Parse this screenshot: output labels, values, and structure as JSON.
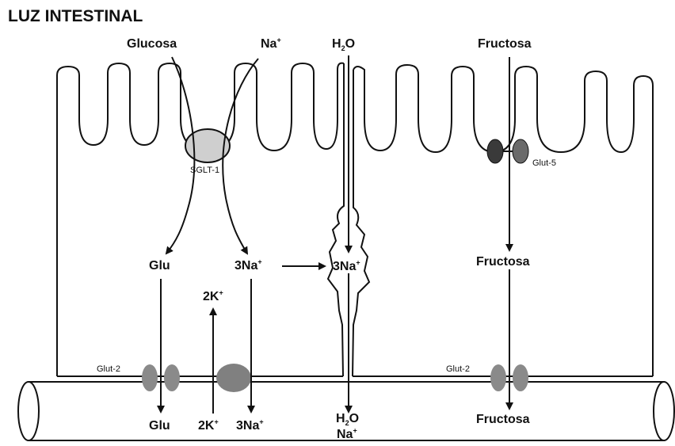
{
  "title": "LUZ INTESTINAL",
  "lumen": {
    "glucosa": "Glucosa",
    "na_base": "Na",
    "na_sup": "+",
    "h2o_h": "H",
    "h2o_sub": "2",
    "h2o_o": "O",
    "fructosa": "Fructosa"
  },
  "transporters": {
    "sglt1": "SGLT-1",
    "glut5": "Glut-5",
    "glut2_left": "Glut-2",
    "glut2_right": "Glut-2"
  },
  "cell": {
    "glu": "Glu",
    "na3_base": "3Na",
    "na3_sup": "+",
    "k2_base": "2K",
    "k2_sup": "+",
    "junction_na_base": "3Na",
    "junction_na_sup": "+",
    "fructosa": "Fructosa"
  },
  "blood": {
    "glu": "Glu",
    "k2_base": "2K",
    "k2_sup": "+",
    "na3_base": "3Na",
    "na3_sup": "+",
    "h2o_h": "H",
    "h2o_sub": "2",
    "h2o_o": "O",
    "na_base": "Na",
    "na_sup": "+",
    "fructosa": "Fructosa"
  },
  "colors": {
    "outline": "#111111",
    "sglt1_fill": "#cfcfcf",
    "glut5_dark": "#3a3a3a",
    "glut5_light": "#6a6a6a",
    "glut2_fill": "#8a8a8a",
    "pump_fill": "#808080"
  }
}
